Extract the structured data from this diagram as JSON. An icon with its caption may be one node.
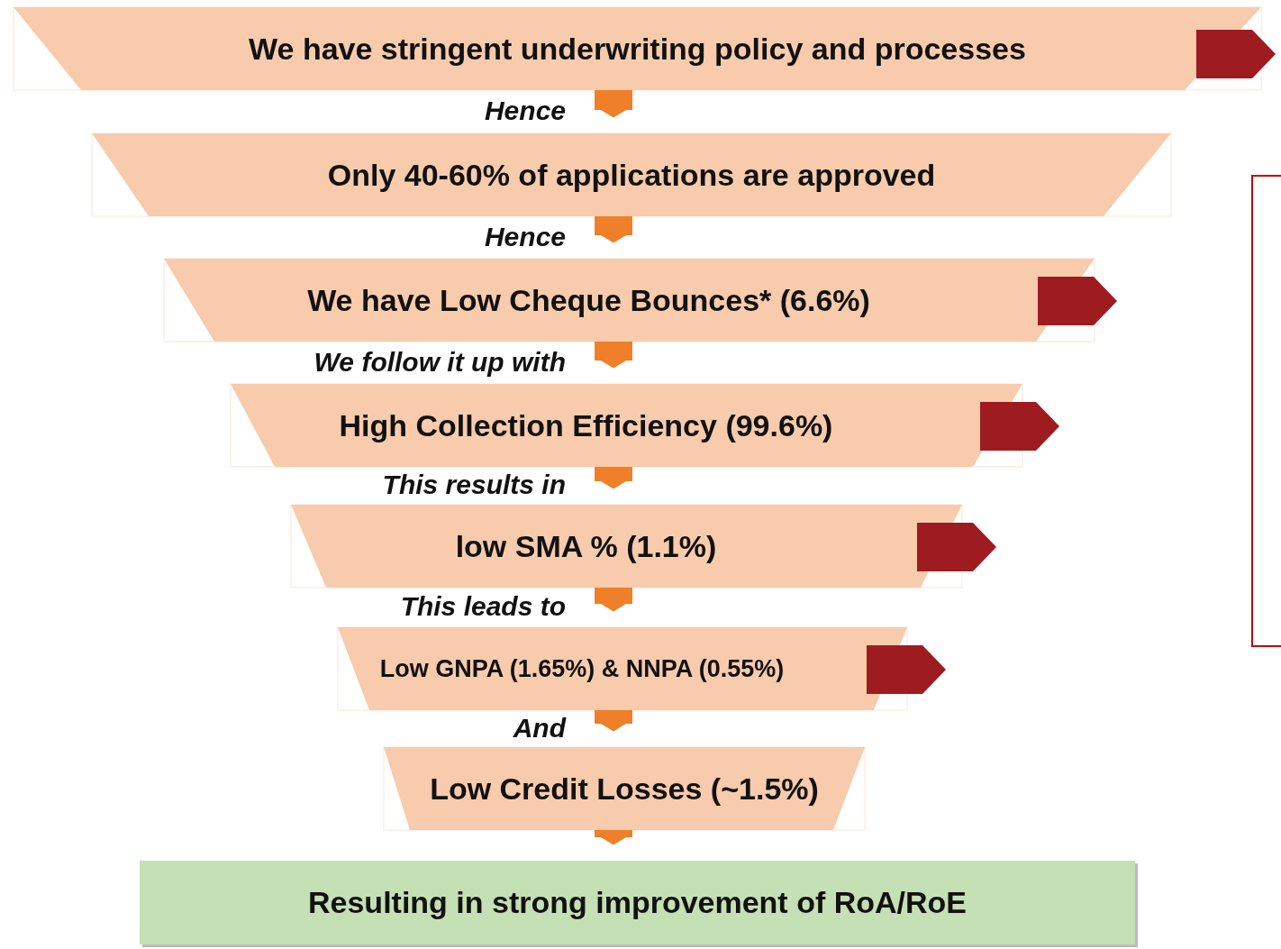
{
  "diagram": {
    "nodes": [
      {
        "text": [
          "We have stringent underwriting policy and processes"
        ]
      },
      {
        "text": [
          "Only 40-60% of applications are approved"
        ]
      },
      {
        "text": [
          "We have Low Cheque Bounces* (6.6%)"
        ]
      },
      {
        "text": [
          "High Collection Efficiency (99.6%)"
        ]
      },
      {
        "text": [
          "low SMA % (1.1%)"
        ]
      },
      {
        "text": [
          "Low GNPA (1.65%) & NNPA (0.55%)"
        ]
      },
      {
        "text": [
          "Low Credit Losses (~1.5%)"
        ]
      },
      {
        "text": [
          "Resulting in strong improvement of RoA/RoE"
        ]
      }
    ],
    "edges": [
      {
        "from": 0,
        "to": 1,
        "arrow": "to",
        "label": "Hence"
      },
      {
        "from": 1,
        "to": 2,
        "arrow": "to",
        "label": "Hence"
      },
      {
        "from": 2,
        "to": 3,
        "arrow": "to",
        "label": "We follow it up with"
      },
      {
        "from": 3,
        "to": 4,
        "arrow": "to",
        "label": "This results in"
      },
      {
        "from": 4,
        "to": 5,
        "arrow": "to",
        "label": "This leads to"
      },
      {
        "from": 5,
        "to": 6,
        "arrow": "to",
        "label": "And"
      },
      {
        "from": 6,
        "to": 7,
        "arrow": "to"
      }
    ]
  }
}
